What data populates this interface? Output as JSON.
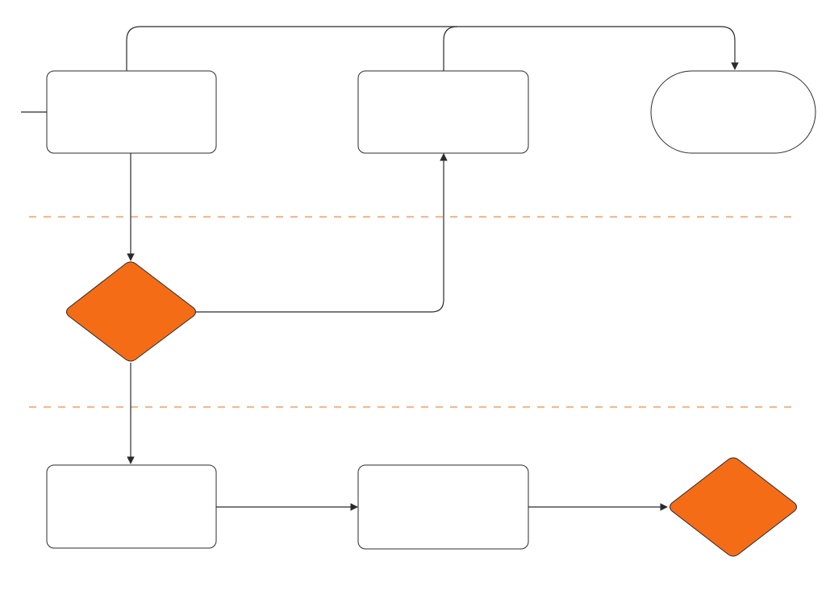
{
  "diagram": {
    "type": "flowchart",
    "colors": {
      "decision_fill": "#f56c17",
      "lane_divider": "#f28a45",
      "stroke": "#2b2b2b",
      "background": "#ffffff"
    },
    "lanes": 3,
    "nodes": [
      {
        "id": "process-1",
        "shape": "rounded-rectangle",
        "lane": 1,
        "label": ""
      },
      {
        "id": "process-2",
        "shape": "rounded-rectangle",
        "lane": 1,
        "label": ""
      },
      {
        "id": "terminal-1",
        "shape": "terminal",
        "lane": 1,
        "label": ""
      },
      {
        "id": "decision-1",
        "shape": "diamond",
        "lane": 2,
        "label": ""
      },
      {
        "id": "process-3",
        "shape": "rounded-rectangle",
        "lane": 3,
        "label": ""
      },
      {
        "id": "process-4",
        "shape": "rounded-rectangle",
        "lane": 3,
        "label": ""
      },
      {
        "id": "decision-2",
        "shape": "diamond",
        "lane": 3,
        "label": ""
      }
    ],
    "edges": [
      {
        "from": "process-1",
        "to": "terminal-1"
      },
      {
        "from": "process-2",
        "to": "terminal-1"
      },
      {
        "from": "process-1",
        "to": "decision-1"
      },
      {
        "from": "decision-1",
        "to": "process-2"
      },
      {
        "from": "decision-1",
        "to": "process-3"
      },
      {
        "from": "process-3",
        "to": "process-4"
      },
      {
        "from": "process-4",
        "to": "decision-2"
      }
    ]
  }
}
